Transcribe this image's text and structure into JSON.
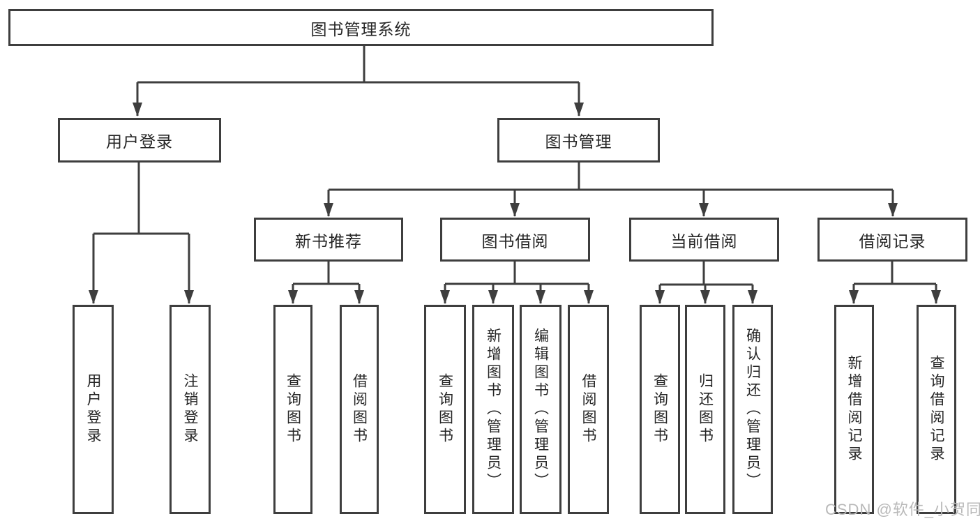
{
  "tree": {
    "label": "图书管理系统",
    "children": [
      {
        "label": "用户登录",
        "children": [
          {
            "label": "用户登录"
          },
          {
            "label": "注销登录"
          }
        ]
      },
      {
        "label": "图书管理",
        "children": [
          {
            "label": "新书推荐",
            "children": [
              {
                "label": "查询图书"
              },
              {
                "label": "借阅图书"
              }
            ]
          },
          {
            "label": "图书借阅",
            "children": [
              {
                "label": "查询图书"
              },
              {
                "label": "新增图书（管理员）"
              },
              {
                "label": "编辑图书（管理员）"
              },
              {
                "label": "借阅图书"
              }
            ]
          },
          {
            "label": "当前借阅",
            "children": [
              {
                "label": "查询图书"
              },
              {
                "label": "归还图书"
              },
              {
                "label": "确认归还（管理员）"
              }
            ]
          },
          {
            "label": "借阅记录",
            "children": [
              {
                "label": "新增借阅记录"
              },
              {
                "label": "查询借阅记录"
              }
            ]
          }
        ]
      }
    ]
  },
  "watermark": {
    "text": "CSDN @软件_小贺同学"
  },
  "colors": {
    "line_and_border": "#3e3e3e",
    "node_text": "#262626",
    "watermark_text": "#b9b9b9",
    "background": "#ffffff"
  }
}
